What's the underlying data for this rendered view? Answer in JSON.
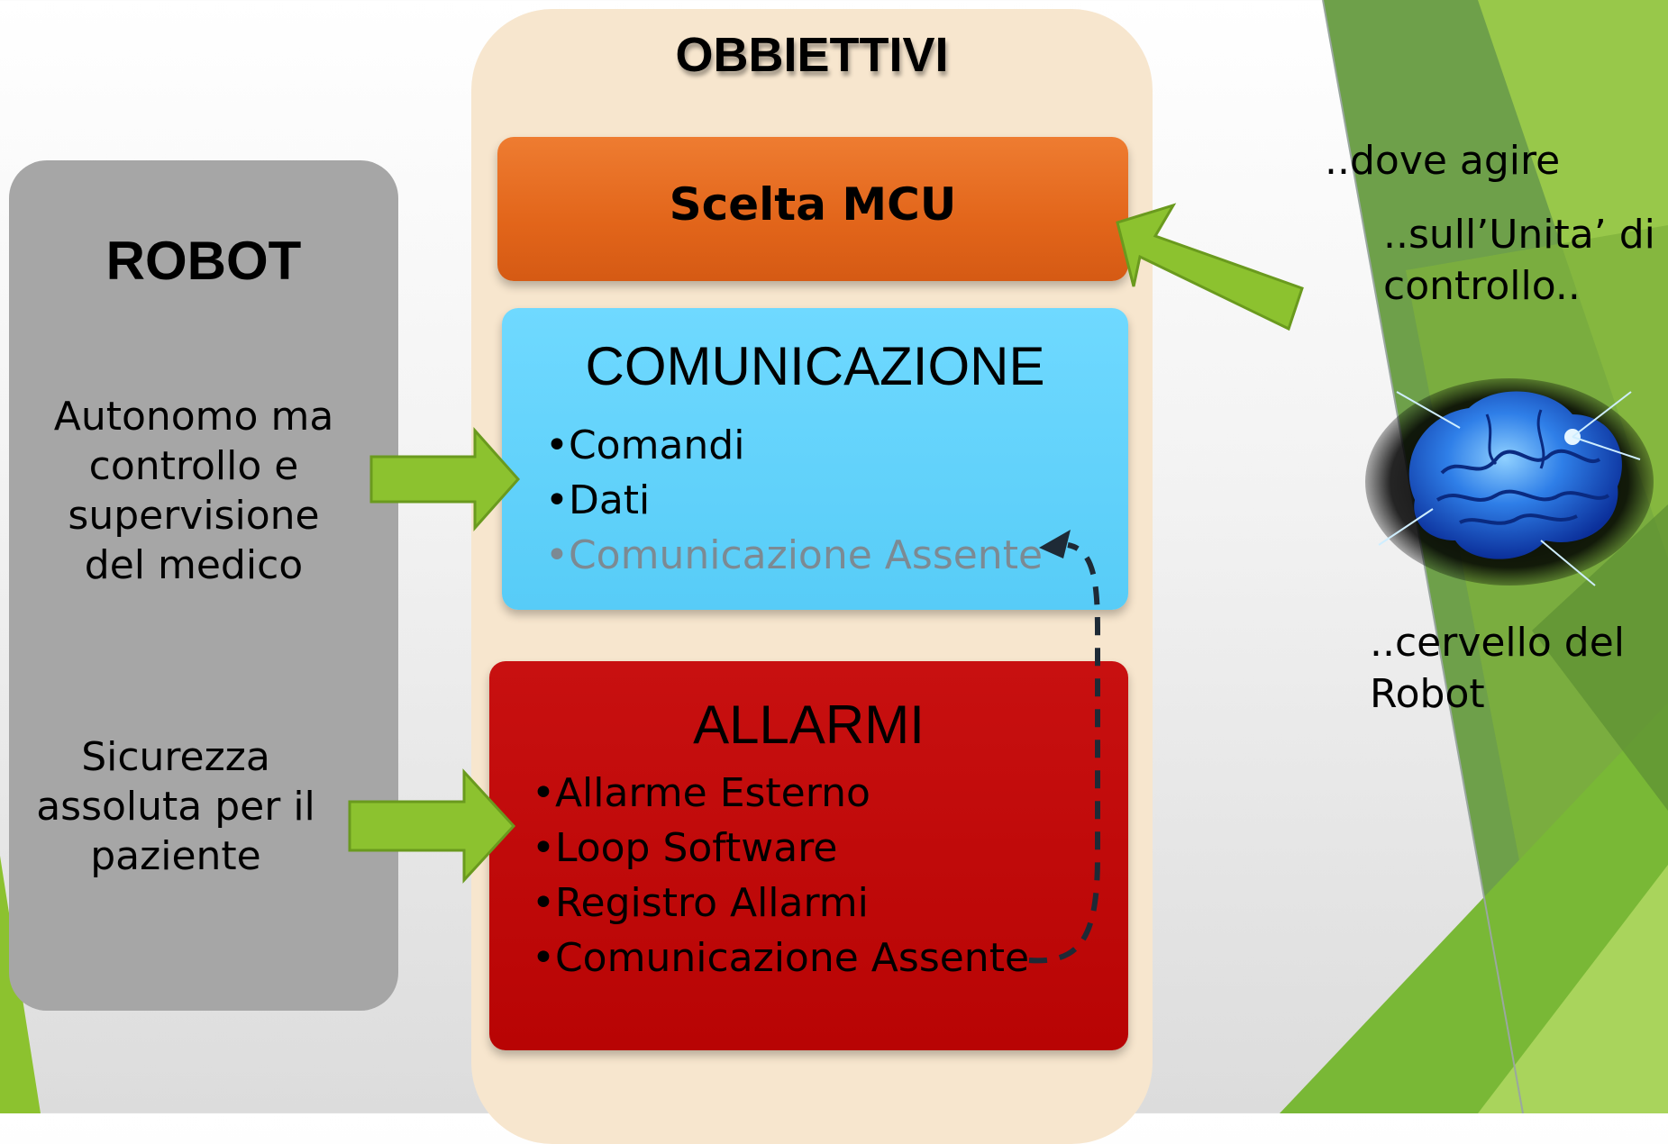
{
  "left_panel": {
    "title": "ROBOT",
    "item1": "Autonomo ma controllo e supervisione del medico",
    "item2": "Sicurezza assoluta per il paziente"
  },
  "objectives": {
    "title": "OBBIETTIVI",
    "mcu": "Scelta MCU",
    "communication": {
      "title": "COMUNICAZIONE",
      "items": [
        "Comandi",
        "Dati",
        "Comunicazione Assente"
      ]
    },
    "alarms": {
      "title": "ALLARMI",
      "items": [
        "Allarme Esterno",
        "Loop Software",
        "Registro Allarmi",
        "Comunicazione Assente"
      ]
    }
  },
  "right_notes": {
    "where": "..dove agire",
    "unit": "..sull’Unita’ di controllo..",
    "brain": "..cervello del Robot"
  },
  "colors": {
    "mcu": "#e2651a",
    "communication": "#57ccf7",
    "alarms": "#b80404",
    "arrow_green": "#8cc22f",
    "robot_panel": "#a6a6a6",
    "objectives_panel": "#f7e6ce"
  }
}
